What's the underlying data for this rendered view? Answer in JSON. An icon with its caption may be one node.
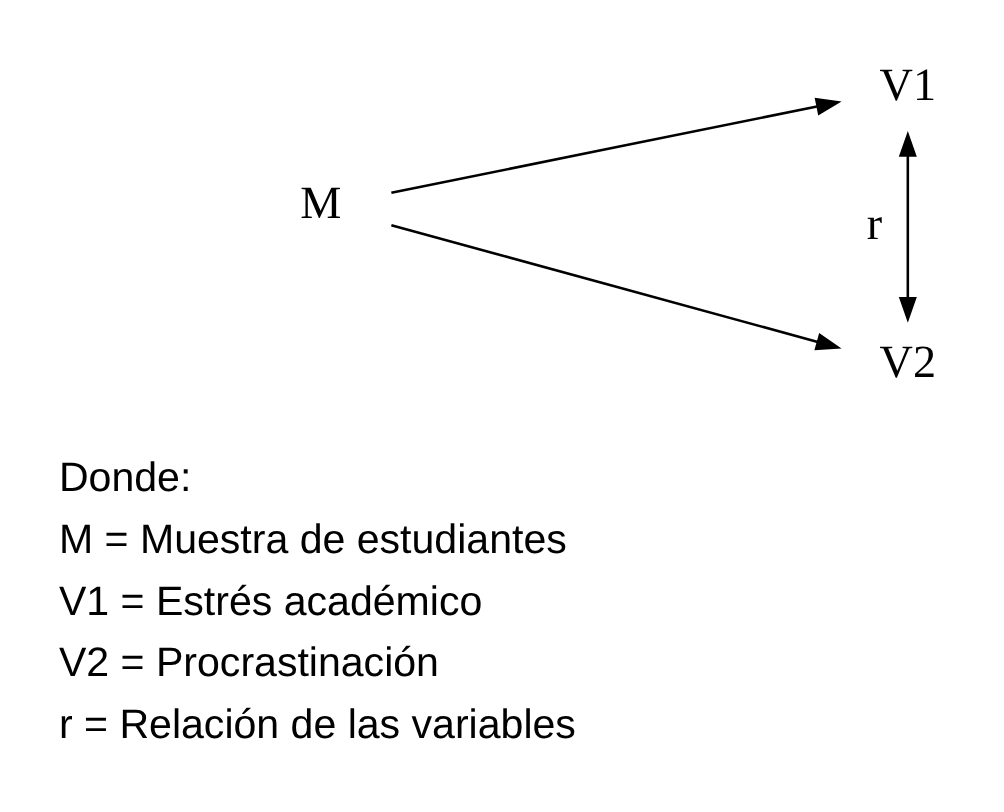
{
  "diagram": {
    "nodes": [
      {
        "text": [
          "M"
        ]
      },
      {
        "text": [
          "V1"
        ]
      },
      {
        "text": [
          "V2"
        ]
      }
    ],
    "edges": [
      {
        "from": 0,
        "to": 1,
        "arrow": "to"
      },
      {
        "from": 0,
        "to": 2,
        "arrow": "to"
      },
      {
        "from": 1,
        "to": 2,
        "arrow": "both",
        "label": "r"
      }
    ],
    "labels": [
      "Donde:",
      "M = Muestra de estudiantes",
      "V1 = Estrés académico",
      "V2 = Procrastinación",
      "r = Relación de las variables"
    ]
  }
}
